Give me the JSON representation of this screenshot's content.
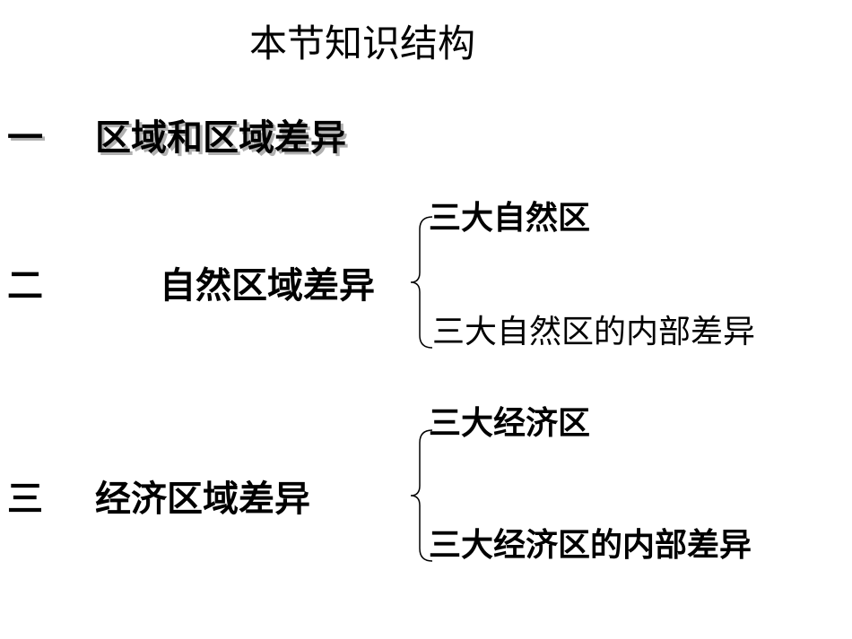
{
  "title": "本节知识结构",
  "sections": [
    {
      "numeral": "一",
      "label": "区域和区域差异"
    },
    {
      "numeral": "二",
      "label": "自然区域差异",
      "branches": [
        "三大自然区",
        "三大自然区的内部差异"
      ]
    },
    {
      "numeral": "三",
      "label": "经济区域差异",
      "branches": [
        "三大经济区",
        "三大经济区的内部差异"
      ]
    }
  ]
}
